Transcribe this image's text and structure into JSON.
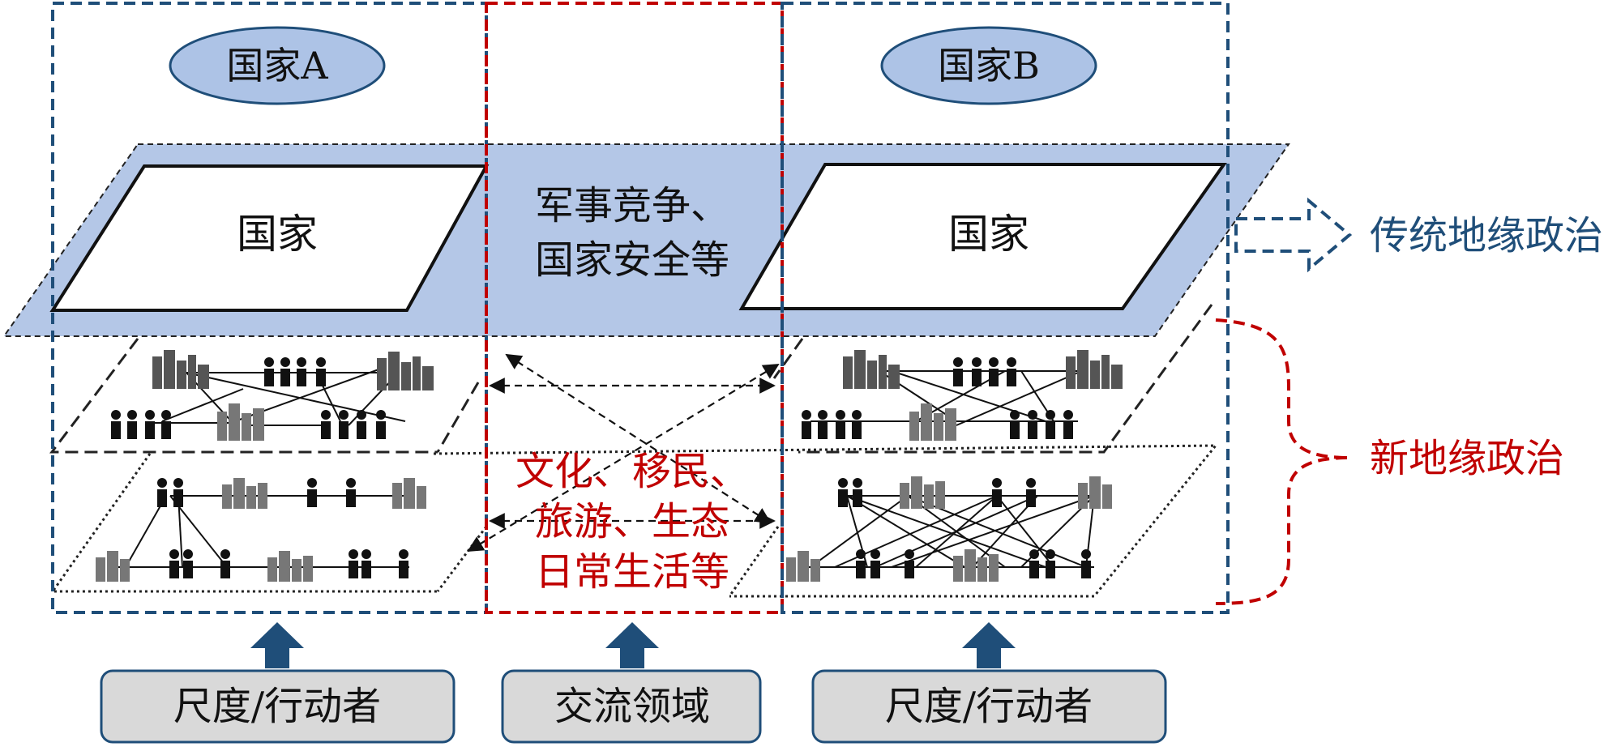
{
  "country_a": {
    "oval_label": "国家A",
    "plane_label": "国家"
  },
  "country_b": {
    "oval_label": "国家B",
    "plane_label": "国家"
  },
  "state_exchange_label": [
    "军事竞争、",
    "国家安全等"
  ],
  "society_exchange_label": [
    "文化、移民、",
    "旅游、生态",
    "日常生活等"
  ],
  "traditional_geopolitics_label": "传统地缘政治",
  "new_geopolitics_label": "新地缘政治",
  "bottom_boxes": [
    "尺度/行动者",
    "交流领域",
    "尺度/行动者"
  ],
  "colors": {
    "frame_blue": "#1f4e79",
    "frame_red": "#c00000",
    "plane_fill": "#b4c7e7",
    "oval_fill": "#adc3e6",
    "box_fill": "#d9d9d9",
    "arrow_fill": "#1f4e79"
  }
}
